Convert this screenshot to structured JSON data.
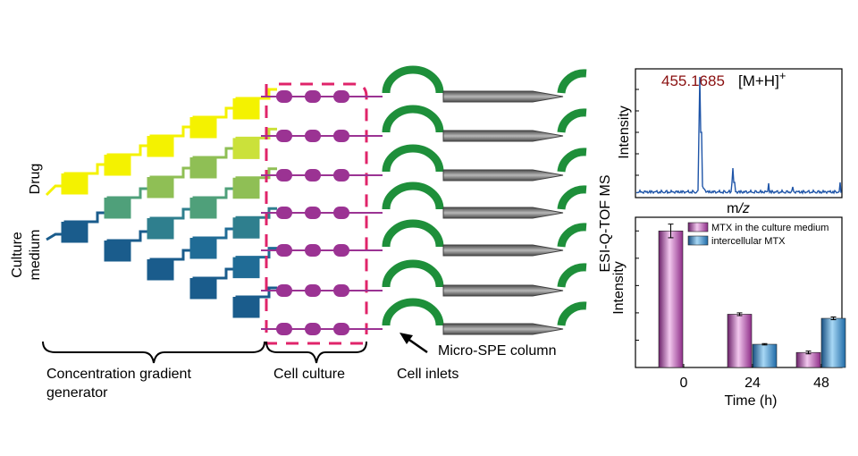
{
  "diagram": {
    "inlet_labels": {
      "drug": "Drug",
      "culture_line1": "Culture",
      "culture_line2": "medium"
    },
    "section_labels": {
      "cgg_line1": "Concentration gradient",
      "cgg_line2": "generator",
      "cell_culture": "Cell culture",
      "cell_inlets": "Cell inlets",
      "micro_spe": "Micro-SPE column"
    },
    "gradient_colors": [
      "#f4f200",
      "#cbe13a",
      "#8fbf55",
      "#4fa07a",
      "#2f7f8e",
      "#206c96",
      "#1a5c8c"
    ],
    "chamber_color": "#9b3393",
    "frame_color": "#e0246a",
    "arc_color": "#1e8f3a",
    "column_color": "#707070"
  },
  "ms_label": "ESI-Q-TOF MS",
  "spectrum": {
    "peak_mass": "455.1685",
    "ion_base": "[M+H]",
    "ion_sup": "+",
    "ylabel": "Intensity",
    "xlabel_m": "m",
    "xlabel_slash": "/",
    "xlabel_z": "z",
    "line_color": "#1f55a8",
    "mass_color": "#8a1010"
  },
  "chart_data": {
    "type": "bar",
    "categories": [
      "0",
      "24",
      "48"
    ],
    "series": [
      {
        "name": "MTX in the culture medium",
        "values": [
          1.0,
          0.39,
          0.11
        ],
        "errors": [
          0.05,
          0.01,
          0.01
        ]
      },
      {
        "name": "intercellular MTX",
        "values": [
          0,
          0.17,
          0.36
        ],
        "errors": [
          0,
          0.005,
          0.01
        ]
      }
    ],
    "xlabel": "Time (h)",
    "ylabel": "Intensity",
    "ylim": [
      0,
      1.1
    ],
    "legend_position": "top-right",
    "colors": [
      "#9b3393",
      "#2a80c0"
    ]
  }
}
